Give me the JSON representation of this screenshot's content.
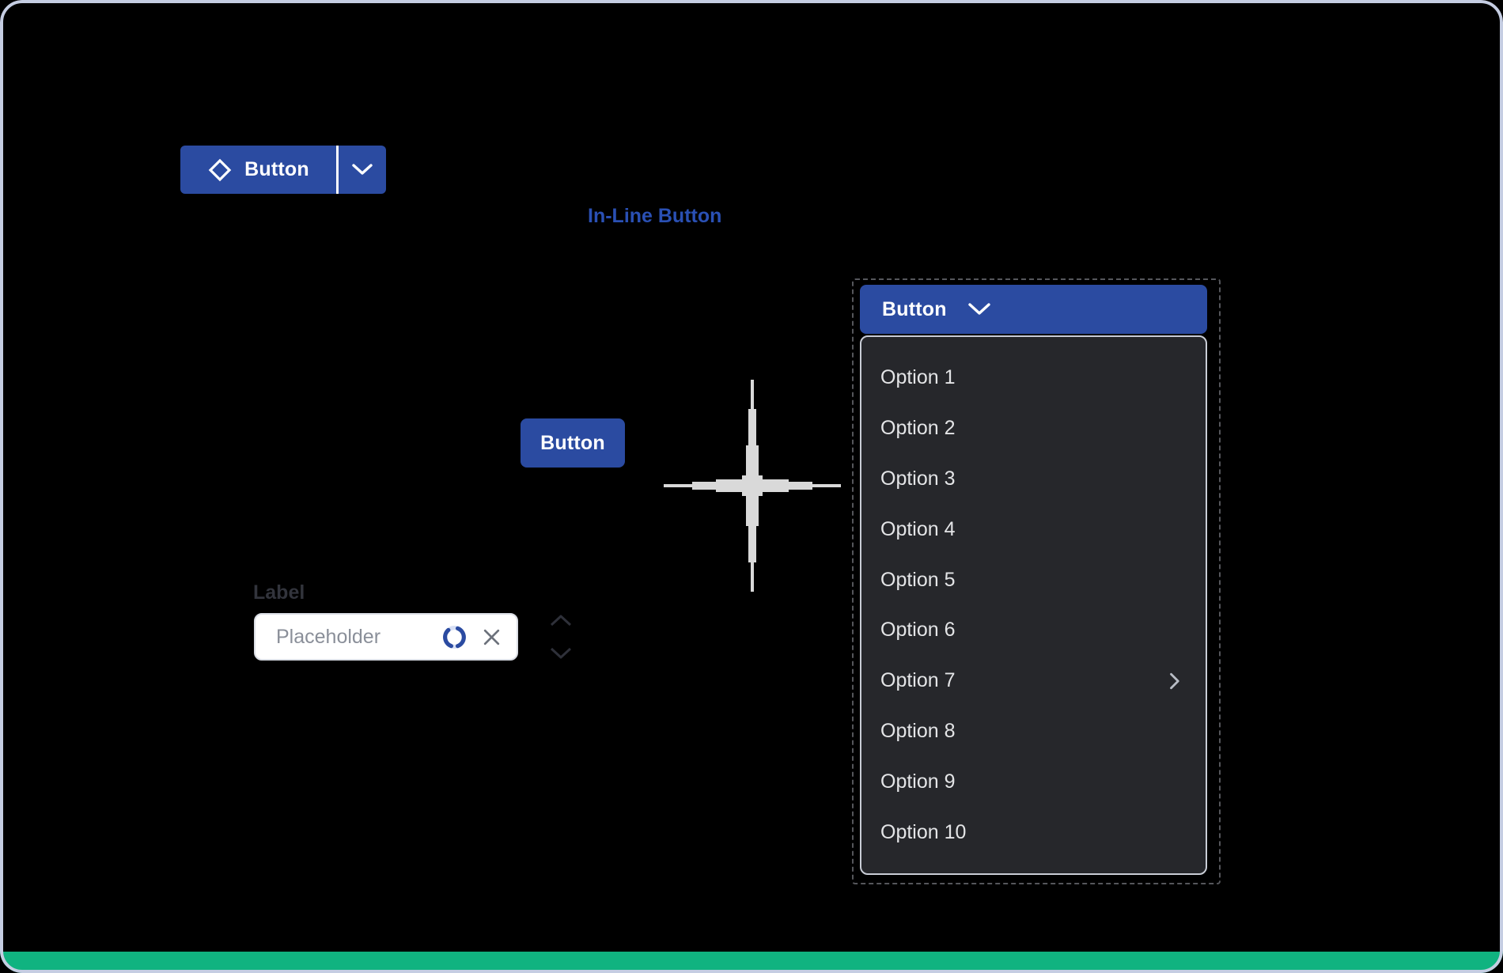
{
  "theme": {
    "canvas_bg": "#000000",
    "frame_border": "#c5cde2",
    "accent_blue": "#2b4ba1",
    "link_blue": "#2a50b4",
    "menu_bg": "#26272b",
    "menu_border": "#c9cdd6",
    "menu_text": "#e4e5e7",
    "green_bar": "#10b380",
    "input_border": "#dbdee5",
    "placeholder_color": "#8a8f99",
    "label_color": "#32343c",
    "crosshair_color": "#d9d9d9",
    "spinner_dark": "#2b4ba1",
    "spinner_light": "#d7dff4"
  },
  "split_button": {
    "label": "Button"
  },
  "inline_button": {
    "label": "In-Line Button"
  },
  "dropdown": {
    "button_label": "Button",
    "options": [
      {
        "label": "Option 1",
        "has_submenu": false
      },
      {
        "label": "Option 2",
        "has_submenu": false
      },
      {
        "label": "Option 3",
        "has_submenu": false
      },
      {
        "label": "Option 4",
        "has_submenu": false
      },
      {
        "label": "Option 5",
        "has_submenu": false
      },
      {
        "label": "Option 6",
        "has_submenu": false
      },
      {
        "label": "Option 7",
        "has_submenu": true
      },
      {
        "label": "Option 8",
        "has_submenu": false
      },
      {
        "label": "Option 9",
        "has_submenu": false
      },
      {
        "label": "Option 10",
        "has_submenu": false
      }
    ]
  },
  "standalone_button": {
    "label": "Button"
  },
  "text_field": {
    "label": "Label",
    "placeholder": "Placeholder"
  }
}
